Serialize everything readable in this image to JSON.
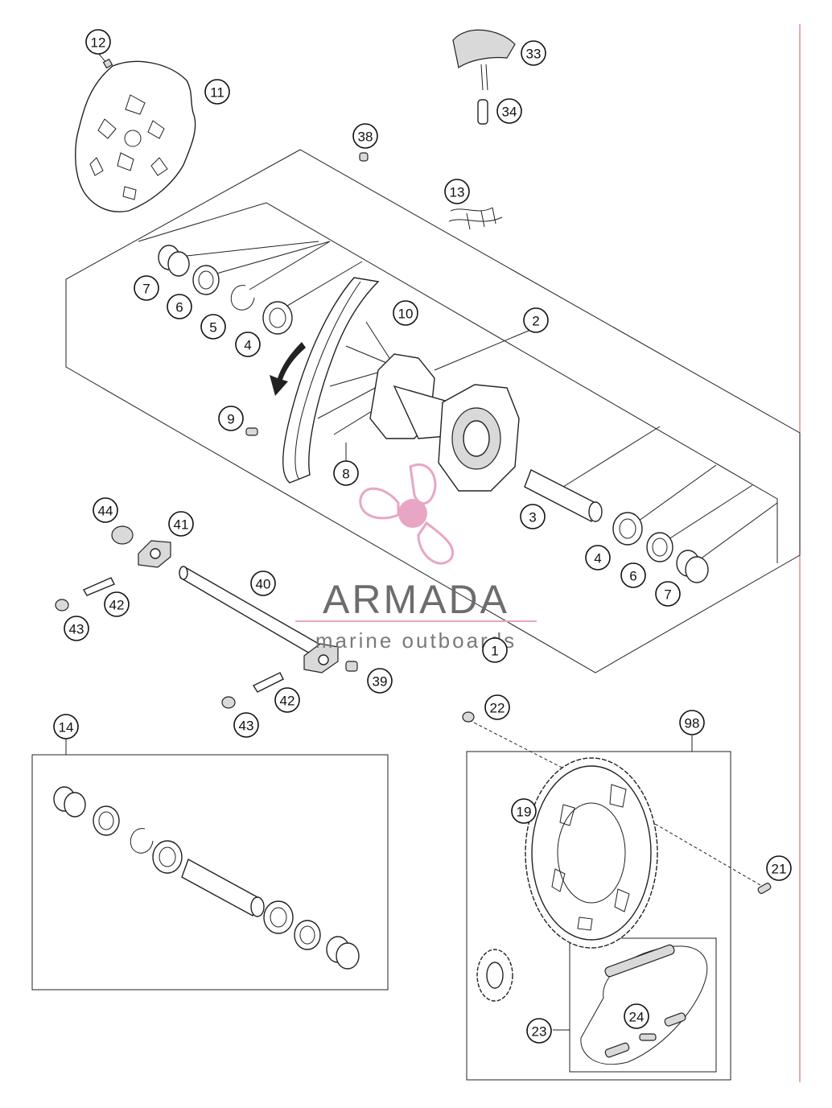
{
  "callouts": [
    {
      "id": "c12",
      "label": "12"
    },
    {
      "id": "c11",
      "label": "11"
    },
    {
      "id": "c33",
      "label": "33"
    },
    {
      "id": "c34",
      "label": "34"
    },
    {
      "id": "c38",
      "label": "38"
    },
    {
      "id": "c13",
      "label": "13"
    },
    {
      "id": "c7a",
      "label": "7"
    },
    {
      "id": "c6a",
      "label": "6"
    },
    {
      "id": "c5",
      "label": "5"
    },
    {
      "id": "c4a",
      "label": "4"
    },
    {
      "id": "c10",
      "label": "10"
    },
    {
      "id": "c2",
      "label": "2"
    },
    {
      "id": "c9",
      "label": "9"
    },
    {
      "id": "c8",
      "label": "8"
    },
    {
      "id": "c3",
      "label": "3"
    },
    {
      "id": "c44",
      "label": "44"
    },
    {
      "id": "c41",
      "label": "41"
    },
    {
      "id": "c4b",
      "label": "4"
    },
    {
      "id": "c6b",
      "label": "6"
    },
    {
      "id": "c7b",
      "label": "7"
    },
    {
      "id": "c40",
      "label": "40"
    },
    {
      "id": "c42a",
      "label": "42"
    },
    {
      "id": "c43a",
      "label": "43"
    },
    {
      "id": "c1",
      "label": "1"
    },
    {
      "id": "c39",
      "label": "39"
    },
    {
      "id": "c42b",
      "label": "42"
    },
    {
      "id": "c43b",
      "label": "43"
    },
    {
      "id": "c22",
      "label": "22"
    },
    {
      "id": "c98",
      "label": "98"
    },
    {
      "id": "c14",
      "label": "14"
    },
    {
      "id": "c19",
      "label": "19"
    },
    {
      "id": "c21",
      "label": "21"
    },
    {
      "id": "c24",
      "label": "24"
    },
    {
      "id": "c23",
      "label": "23"
    }
  ],
  "watermark": {
    "brand": "ARMADA",
    "tagline": "marine outboards",
    "logo_color": "#e8a6c4",
    "text_color": "#6d6d6d"
  }
}
